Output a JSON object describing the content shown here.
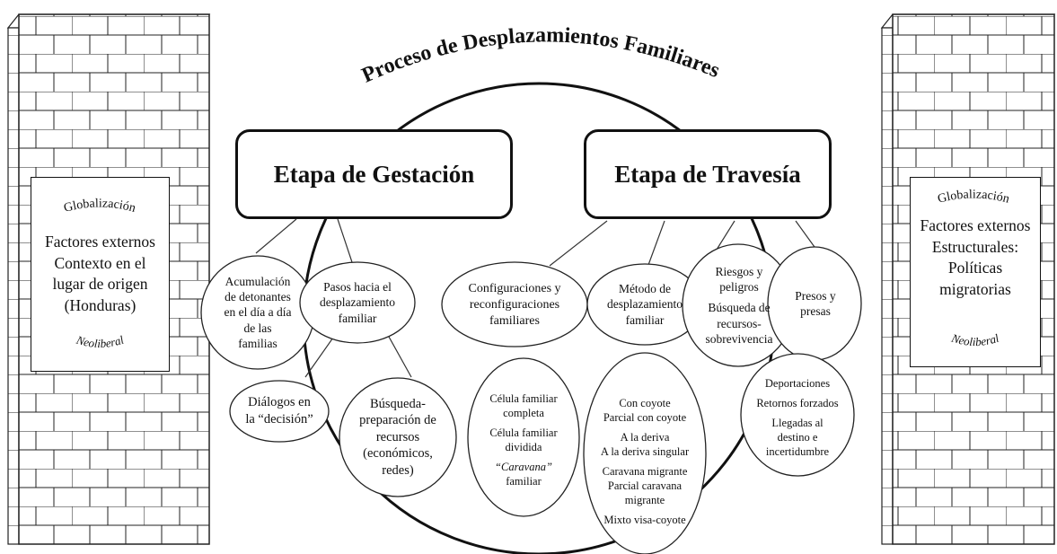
{
  "title": "Proceso de Desplazamientos Familiares",
  "stages": {
    "gestacion": "Etapa de Gestación",
    "travesia": "Etapa de Travesía"
  },
  "left_panel": {
    "arc_top": "Globalización",
    "lines": [
      "Factores externos",
      "Contexto en el",
      "lugar de origen",
      "(Honduras)"
    ],
    "arc_bottom": "Neoliberal"
  },
  "right_panel": {
    "arc_top": "Globalización",
    "lines": [
      "Factores externos",
      "Estructurales:",
      "Políticas",
      "migratorias"
    ],
    "arc_bottom": "Neoliberal"
  },
  "gestacion_nodes": {
    "acumulacion": [
      "Acumulación",
      "de detonantes",
      "en el día a día",
      "de las",
      "familias"
    ],
    "pasos": [
      "Pasos hacia el",
      "desplazamiento",
      "familiar"
    ],
    "dialogos": [
      "Diálogos en",
      "la “decisión”"
    ],
    "busqueda": [
      "Búsqueda-",
      "preparación de",
      "recursos",
      "(económicos,",
      "redes)"
    ]
  },
  "travesia_nodes": {
    "configuraciones": [
      "Configuraciones y",
      "reconfiguraciones",
      "familiares"
    ],
    "metodo": [
      "Método de",
      "desplazamiento",
      "familiar"
    ],
    "riesgos": {
      "group1": [
        "Riesgos y",
        "peligros"
      ],
      "group2": [
        "Búsqueda de",
        "recursos-",
        "sobrevivencia"
      ]
    },
    "presos": [
      "Presos y",
      "presas"
    ],
    "celula": {
      "line1": "Célula familiar",
      "line2": "completa",
      "line3": "Célula familiar",
      "line4": "dividida",
      "line5": "“Caravana”",
      "line6": "familiar"
    },
    "con_coyote": {
      "group1": [
        "Con coyote",
        "Parcial con coyote"
      ],
      "group2": [
        "A la deriva",
        "A la deriva singular"
      ],
      "group3": [
        "Caravana migrante",
        "Parcial caravana",
        "migrante"
      ],
      "group4": [
        "Mixto visa-coyote"
      ]
    },
    "deportaciones": {
      "group1": [
        "Deportaciones"
      ],
      "group2": [
        "Retornos forzados"
      ],
      "group3": [
        "Llegadas al",
        "destino e",
        "incertidumbre"
      ]
    }
  }
}
